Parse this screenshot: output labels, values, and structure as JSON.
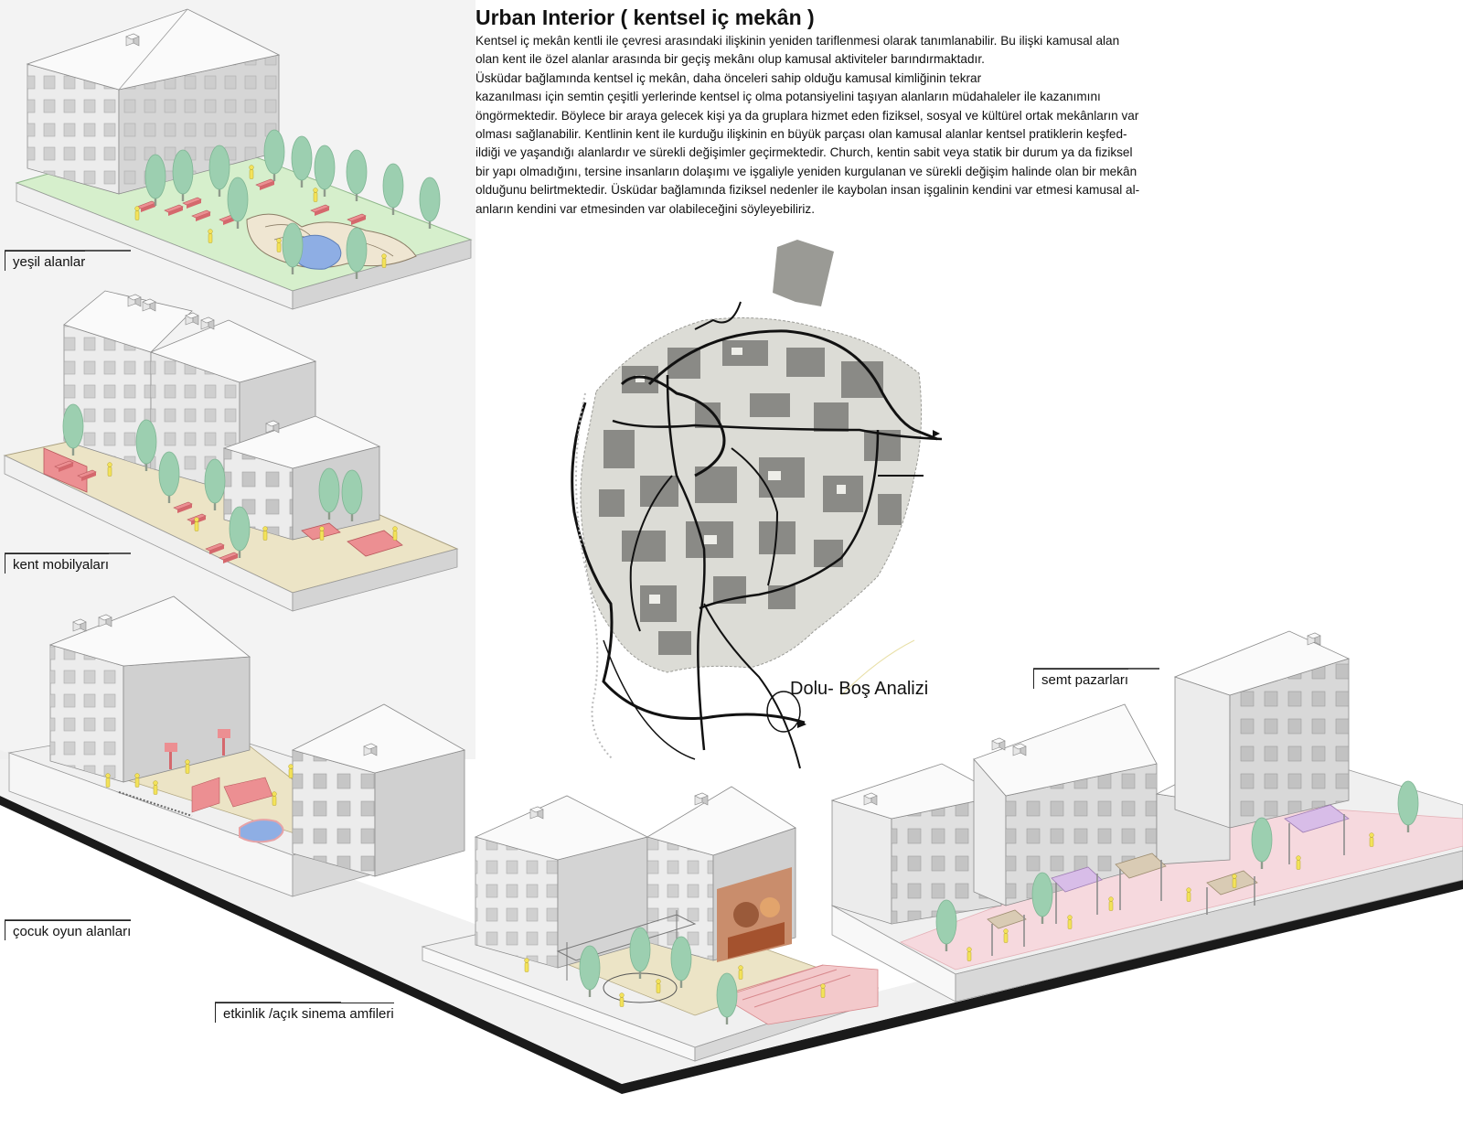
{
  "header": {
    "title": "Urban Interior ( kentsel iç mekân )",
    "paragraph": "Kentsel iç mekân kentli ile çevresi arasındaki ilişkinin yeniden tariflenmesi olarak tanımlanabilir. Bu ilişki kamusal alan\nolan kent ile özel alanlar arasında bir geçiş mekânı olup kamusal aktiviteler barındırmaktadır.\nÜsküdar bağlamında kentsel iç mekân, daha önceleri sahip olduğu kamusal kimliğinin tekrar\nkazanılması için semtin çeşitli yerlerinde kentsel iç olma potansiyelini taşıyan alanların müdahaleler ile kazanımını\nöngörmektedir. Böylece bir araya gelecek kişi ya da gruplara hizmet eden fiziksel, sosyal ve kültürel ortak mekânların var\nolması sağlanabilir. Kentlinin kent ile kurduğu ilişkinin en büyük parçası olan kamusal alanlar kentsel pratiklerin keşfed-\nildiği ve yaşandığı alanlardır ve sürekli değişimler geçirmektedir. Church, kentin sabit veya statik bir durum ya da fiziksel\nbir yapı olmadığını, tersine insanların dolaşımı ve işgaliyle yeniden kurgulanan ve sürekli değişim halinde olan bir mekân\nolduğunu belirtmektedir. Üsküdar bağlamında fiziksel nedenler ile kaybolan insan işgalinin kendini var etmesi kamusal al-\nanların kendini var etmesinden var olabileceğini söyleyebiliriz."
  },
  "labels": {
    "green_areas": "yeşil alanlar",
    "urban_furniture": "kent mobilyaları",
    "playgrounds": "çocuk oyun alanları",
    "event_cinema": "etkinlik /açık sinema amfileri",
    "local_markets": "semt pazarları"
  },
  "map": {
    "title": "Dolu- Boş Analizi"
  },
  "colors": {
    "ground_green": "#d6efcc",
    "ground_sand": "#ece4c6",
    "ground_pink": "#f6d9de",
    "furniture_pink": "#ec8f92",
    "tree_green": "#9ccfb0",
    "water_blue": "#8eaee4",
    "building_light": "#f4f4f4",
    "building_mid": "#d9d9d9",
    "building_dark": "#bdbdbd",
    "map_blocks": "#8a8a86",
    "map_roads": "#111111",
    "people_yellow": "#f3e25a",
    "pergola_violet": "#d8bde8"
  }
}
